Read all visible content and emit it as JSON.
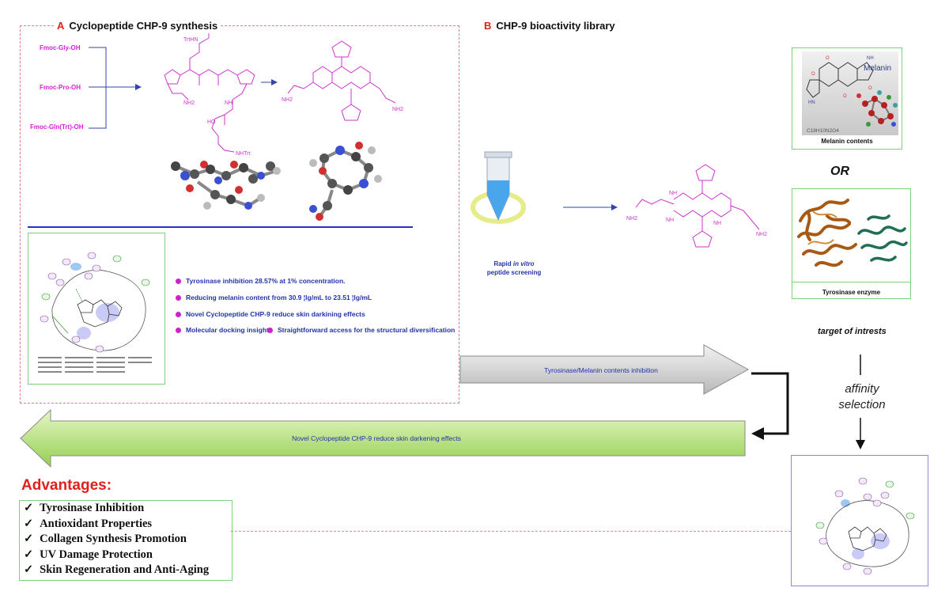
{
  "panel_a": {
    "letter": "A",
    "title": "Cyclopeptide CHP-9 synthesis",
    "reagents": [
      "Fmoc-Gly-OH",
      "Fmoc-Pro-OH",
      "Fmoc-Gln(Trt)-OH"
    ],
    "struct_labels": {
      "trthn": "TrtHN",
      "nh2": "NH2",
      "ho": "HO",
      "nhtrt": "NHTrt",
      "nh": "NH"
    },
    "bullets": [
      "Tyrosinase inhibition 28.57% at 1% concentration.",
      "Reducing melanin content from 30.9 ¦lg/mL to 23.51 ¦lg/mL",
      "Novel Cyclopeptide CHP-9 reduce skin darkining effects",
      "Molecular docking insight",
      "Straightforward access for the structural diversification"
    ]
  },
  "panel_b": {
    "letter": "B",
    "title": "CHP-9 bioactivity library",
    "screening_line1_prefix": "Rapid ",
    "screening_line1_italic": "in vitro",
    "screening_line2": "peptide screening",
    "melanin_label": "Melanin",
    "melanin_formula": "C18H10N2O4",
    "melanin_caption": "Melanin contents",
    "or_label": "OR",
    "tyrosinase_caption": "Tyrosinase enzyme",
    "target_label": "target of intrests",
    "affinity_line1": "affinity",
    "affinity_line2": "selection"
  },
  "arrows": {
    "gray_label": "Tyrosinase/Melanin contents inhibition",
    "green_label": "Novel Cyclopeptide CHP-9 reduce skin darkening effects"
  },
  "advantages": {
    "title": "Advantages:",
    "check": "✓",
    "items": [
      "Tyrosinase Inhibition",
      "Antioxidant Properties",
      "Collagen Synthesis Promotion",
      "UV Damage Protection",
      "Skin Regeneration and Anti-Aging"
    ]
  },
  "colors": {
    "accent_red": "#e0201b",
    "bullet_text": "#2233aa",
    "magenta": "#d81bd8",
    "green_arrow": "#9ed85c",
    "gray_arrow": "#c8c8c8"
  }
}
